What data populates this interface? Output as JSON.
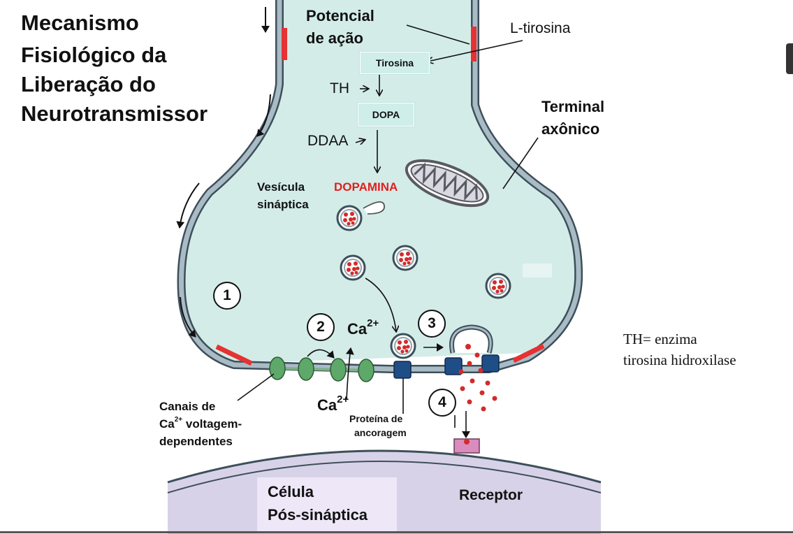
{
  "title": {
    "line1": "Mecanismo",
    "line2": "Fisiológico da",
    "line3": "Liberação do",
    "line4": "Neurotransmissor"
  },
  "labels": {
    "action_potential_1": "Potencial",
    "action_potential_2": "de ação",
    "l_tyrosine": "L-tirosina",
    "tyrosine": "Tirosina",
    "th": "TH",
    "dopa": "DOPA",
    "ddaa": "DDAA",
    "dopamine": "DOPAMINA",
    "vesicle_1": "Vesícula",
    "vesicle_2": "sináptica",
    "terminal_1": "Terminal",
    "terminal_2": "axônico",
    "ca_upper": "Ca",
    "ca_upper_sup": "2+",
    "ca_lower": "Ca",
    "ca_lower_sup": "2+",
    "channels_1": "Canais de",
    "channels_2_a": "Ca",
    "channels_2_sup": "2+",
    "channels_2_b": " voltagem-",
    "channels_3": "dependentes",
    "anchor_1": "Proteína de",
    "anchor_2": "ancoragem",
    "receptor": "Receptor",
    "postsyn_1": "Célula",
    "postsyn_2": "Pós-sináptica",
    "note_1": "TH= enzima",
    "note_2": "tirosina hidroxilase"
  },
  "steps": [
    "1",
    "2",
    "3",
    "4"
  ],
  "colors": {
    "cytoplasm": "#d3ece8",
    "membrane": "#a9bcc6",
    "membrane_outline": "#3d4f5a",
    "depolarized": "#e53232",
    "channel": "#5ea86a",
    "anchor_protein": "#1f4d86",
    "neurotransmitter": "#d42a2a",
    "dopamine_text": "#e02020",
    "postsynaptic": "#d8d2e8",
    "receptor": "#d98cbd"
  }
}
